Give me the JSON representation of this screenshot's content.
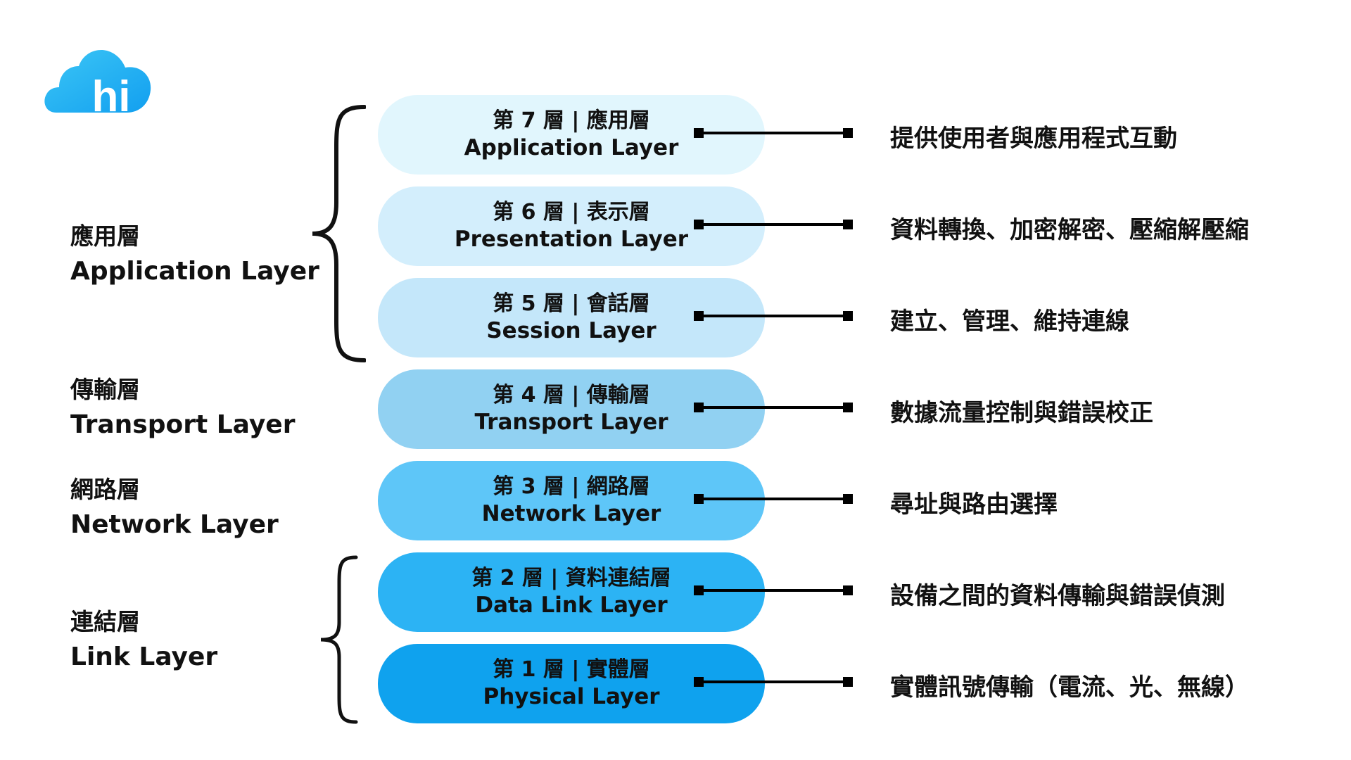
{
  "logo": {
    "text": "hi",
    "color": "#1aa7f0"
  },
  "groups": [
    {
      "zh": "應用層",
      "en": "Application Layer"
    },
    {
      "zh": "傳輸層",
      "en": "Transport  Layer"
    },
    {
      "zh": "網路層",
      "en": "Network Layer"
    },
    {
      "zh": "連結層",
      "en": "Link  Layer"
    }
  ],
  "layers": [
    {
      "zh": "第 7 層 | 應用層",
      "en": "Application Layer",
      "desc": "提供使用者與應用程式互動",
      "color": "#e1f6fd"
    },
    {
      "zh": "第 6 層 | 表示層",
      "en": "Presentation Layer",
      "desc": "資料轉換、加密解密、壓縮解壓縮",
      "color": "#d3eefc"
    },
    {
      "zh": "第 5 層 | 會話層",
      "en": "Session Layer",
      "desc": "建立、管理、維持連線",
      "color": "#c4e7fa"
    },
    {
      "zh": "第 4 層 | 傳輸層",
      "en": "Transport Layer",
      "desc": "數據流量控制與錯誤校正",
      "color": "#91d1f2"
    },
    {
      "zh": "第 3 層 | 網路層",
      "en": "Network Layer",
      "desc": "尋址與路由選擇",
      "color": "#5ec6f8"
    },
    {
      "zh": "第 2 層 | 資料連結層",
      "en": "Data Link Layer",
      "desc": "設備之間的資料傳輸與錯誤偵測",
      "color": "#2cb3f4"
    },
    {
      "zh": "第 1 層 | 實體層",
      "en": "Physical Layer",
      "desc": "實體訊號傳輸（電流、光、無線）",
      "color": "#0fa2ee"
    }
  ]
}
